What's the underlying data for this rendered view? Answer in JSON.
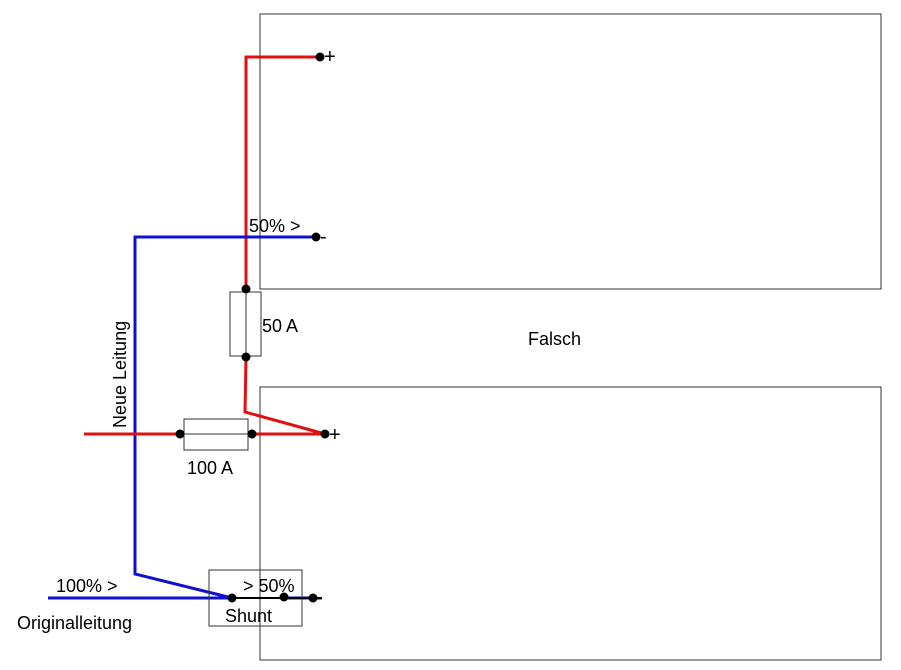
{
  "labels": {
    "plus_top": "+",
    "minus_top": "-",
    "plus_bottom": "+",
    "minus_bottom": "-",
    "fifty_percent_top": "50% >",
    "fuse_50": "50 A",
    "fuse_100": "100 A",
    "wrong": "Falsch",
    "new_line": "Neue Leitung",
    "hundred_percent": "100% >",
    "fifty_percent_shunt": "> 50%",
    "shunt": "Shunt",
    "original_line": "Originalleitung"
  },
  "colors": {
    "positive": "#e01010",
    "negative": "#1010d0",
    "outline": "#333333"
  }
}
